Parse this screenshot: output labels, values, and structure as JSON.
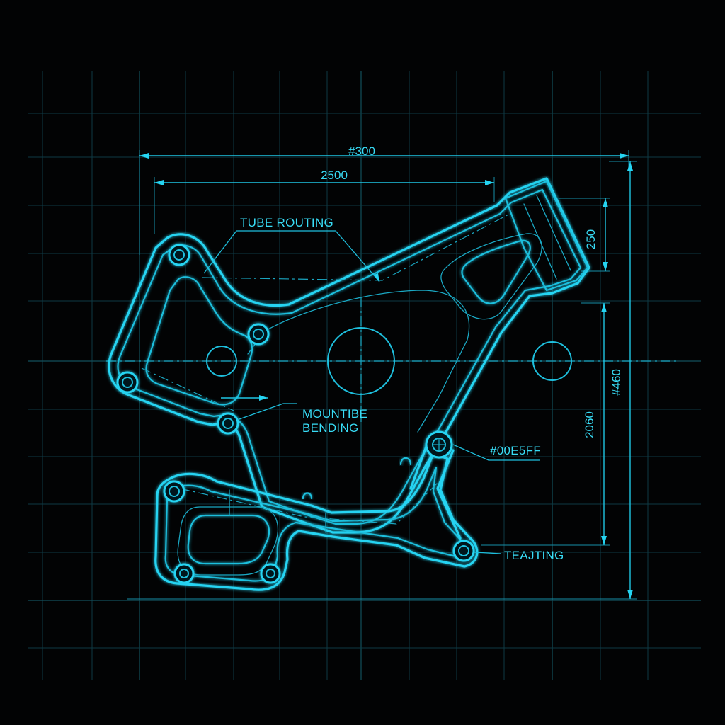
{
  "dimensions": {
    "overall_width": "#300",
    "inner_width": "2500",
    "top_height": "250",
    "lower_height": "2060",
    "overall_height": "#460"
  },
  "labels": {
    "tube_routing": "TUBE ROUTING",
    "mount_line1": "MOUNTIBE",
    "mount_line2": "BENDING",
    "color_code": "#00E5FF",
    "testing": "TEAJTING"
  },
  "colors": {
    "background": "#020304",
    "line": "#25d4f2",
    "grid": "#0e3a44"
  }
}
